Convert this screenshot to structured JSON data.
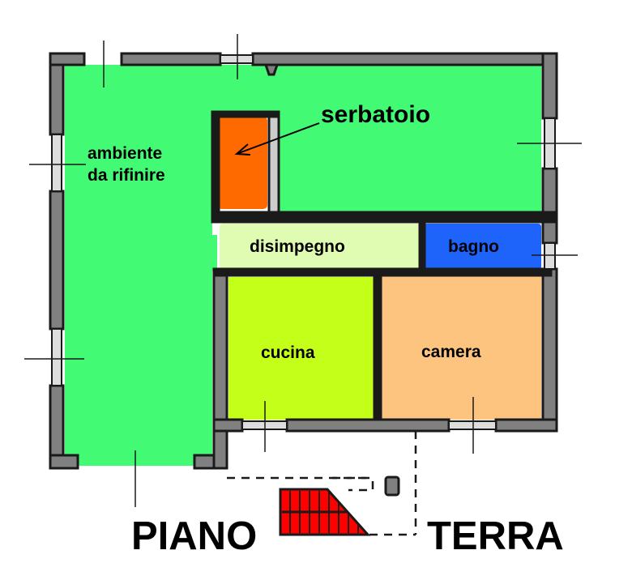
{
  "plan": {
    "title_left": "PIANO",
    "title_right": "TERRA",
    "rooms": [
      {
        "id": "ambiente",
        "line1": "ambiente",
        "line2": "da rifinire",
        "color": "#42FA74"
      },
      {
        "id": "serbatoio",
        "label": "serbatoio",
        "color": "#FF6A00"
      },
      {
        "id": "disimpegno",
        "label": "disimpegno",
        "color": "#E0FBB2"
      },
      {
        "id": "bagno",
        "label": "bagno",
        "color": "#1E64FA"
      },
      {
        "id": "cucina",
        "label": "cucina",
        "color": "#C3FF18"
      },
      {
        "id": "camera",
        "label": "camera",
        "color": "#FCC47E"
      }
    ],
    "colors": {
      "wall_fill": "#808080",
      "wall_outline": "#1a1a1a",
      "stair_fill": "#FF0000",
      "background": "#FFFFFF"
    },
    "annotation": {
      "arrow_target": "serbatoio",
      "arrow_icon": "arrow-icon"
    }
  }
}
